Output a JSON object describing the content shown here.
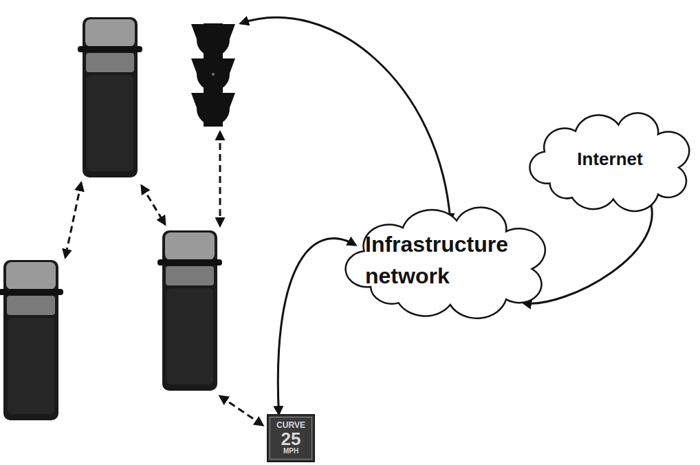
{
  "diagram": {
    "nodes": [
      {
        "text": [
          "Internet"
        ]
      },
      {
        "text": [
          "Infrastructure network"
        ]
      },
      {
        "text": [
          "CURVE",
          "25",
          "MPH"
        ]
      }
    ],
    "edges": [
      {
        "from": 1,
        "to": 0,
        "arrow": "both"
      },
      {
        "from": 1,
        "to": 2,
        "arrow": "both"
      }
    ]
  }
}
